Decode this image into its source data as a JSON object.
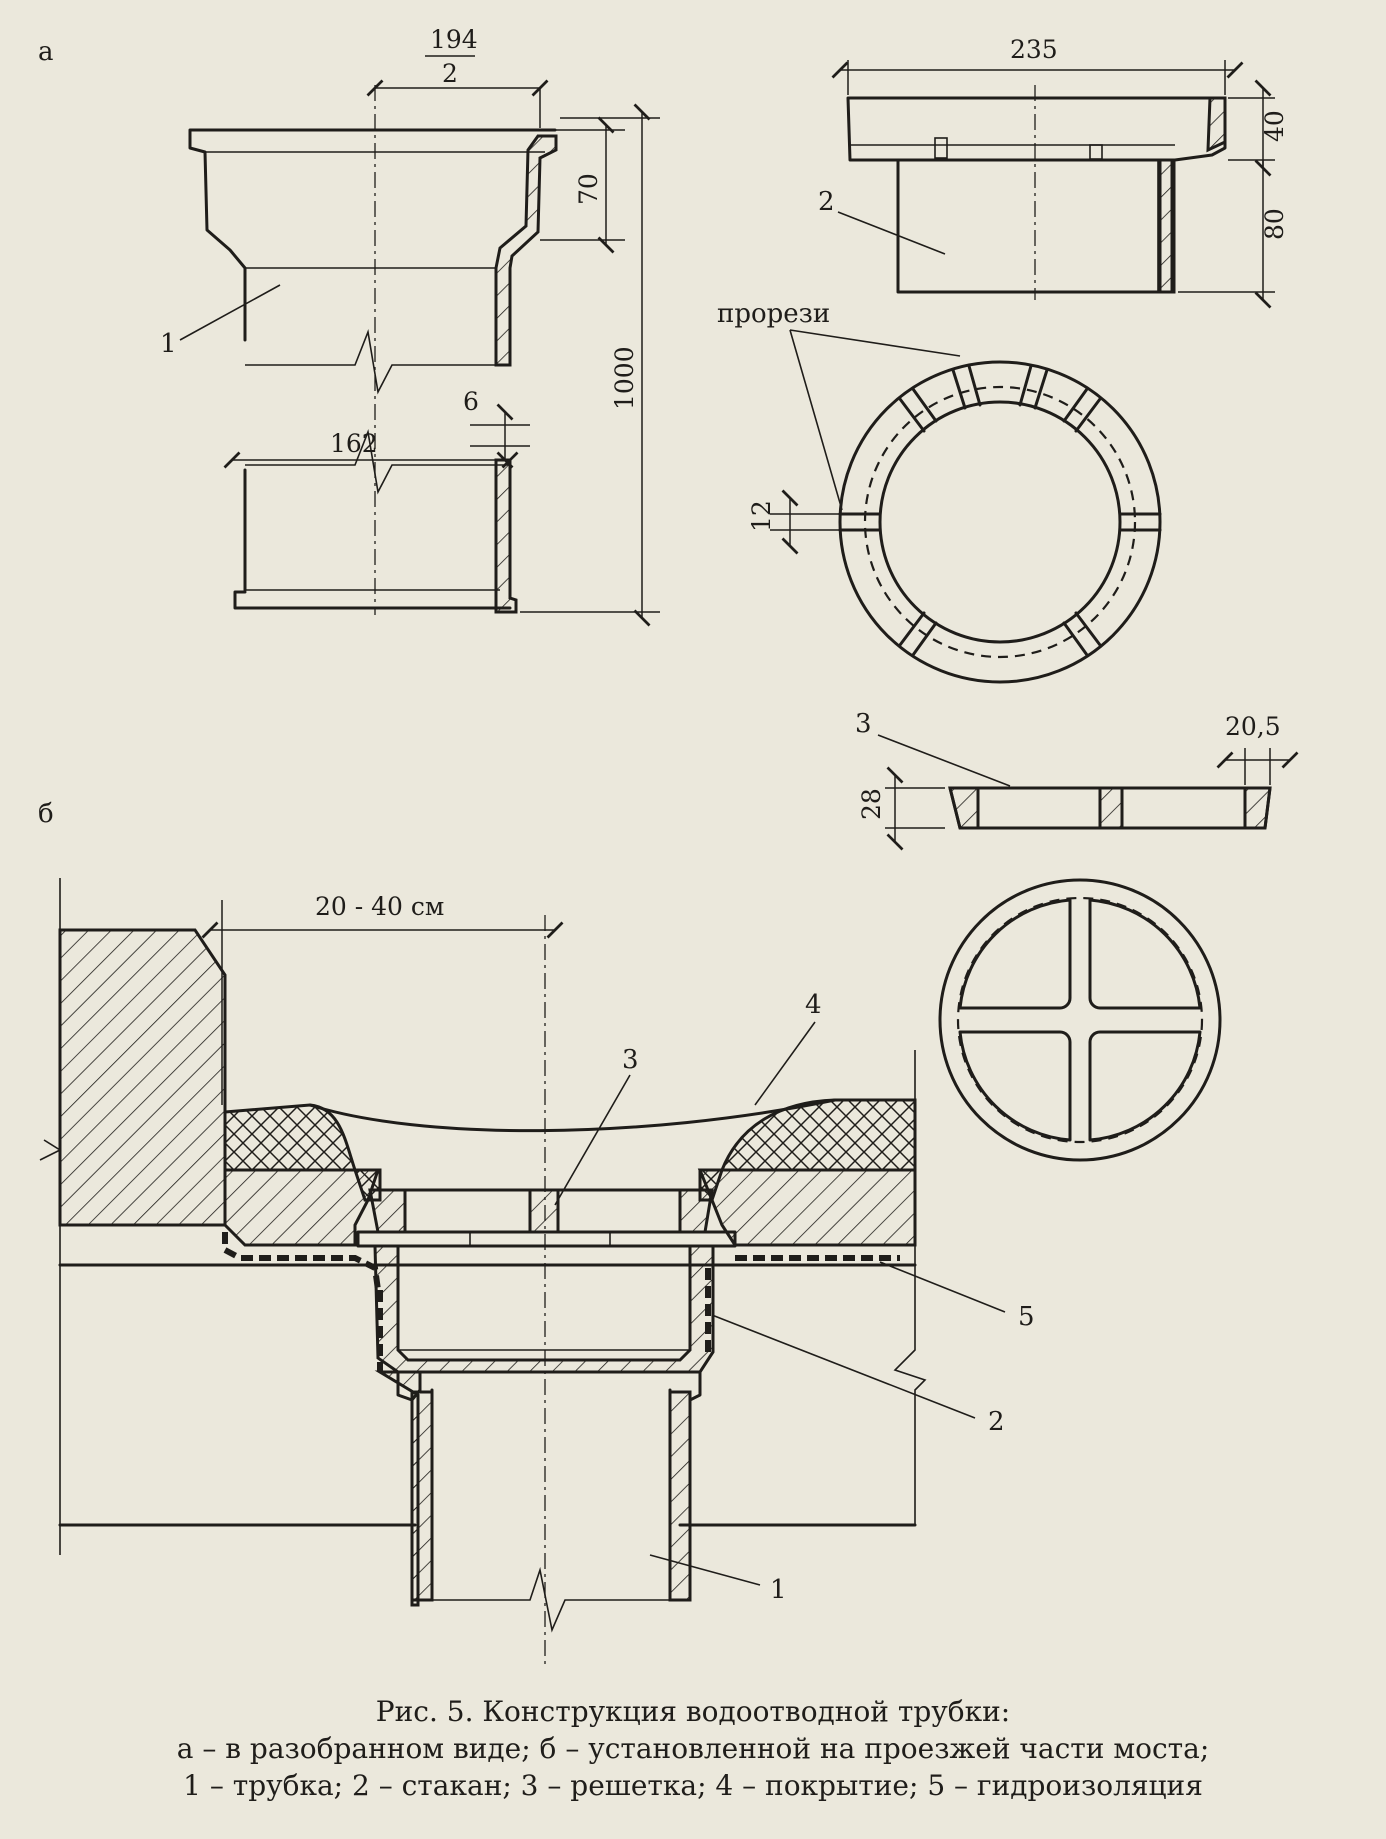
{
  "panel_labels": {
    "a": "а",
    "b": "б"
  },
  "dimensions": {
    "half_width_num": "194",
    "half_width_den": "2",
    "socket_height": "70",
    "total_length": "1000",
    "wall": "6",
    "inner_diameter": "162",
    "cup_width": "235",
    "cup_rim_height": "40",
    "cup_body_height": "80",
    "slot_width": "12",
    "grate_rim": "20,5",
    "grate_height": "28",
    "offset_range": "20 - 40 см"
  },
  "callouts": {
    "pipe_a": "1",
    "cup_a": "2",
    "slots": "прорези",
    "grate_a": "3",
    "grate_b": "3",
    "cover_b": "4",
    "waterproofing_b": "5",
    "cup_b": "2",
    "pipe_b": "1"
  },
  "caption": {
    "title": "Рис. 5. Конструкция водоотводной трубки:",
    "line1": "а – в разобранном виде; б – установленной на проезжей части моста;",
    "line2": "1 – трубка; 2 – стакан; 3 – решетка; 4 – покрытие; 5 – гидроизоляция"
  }
}
